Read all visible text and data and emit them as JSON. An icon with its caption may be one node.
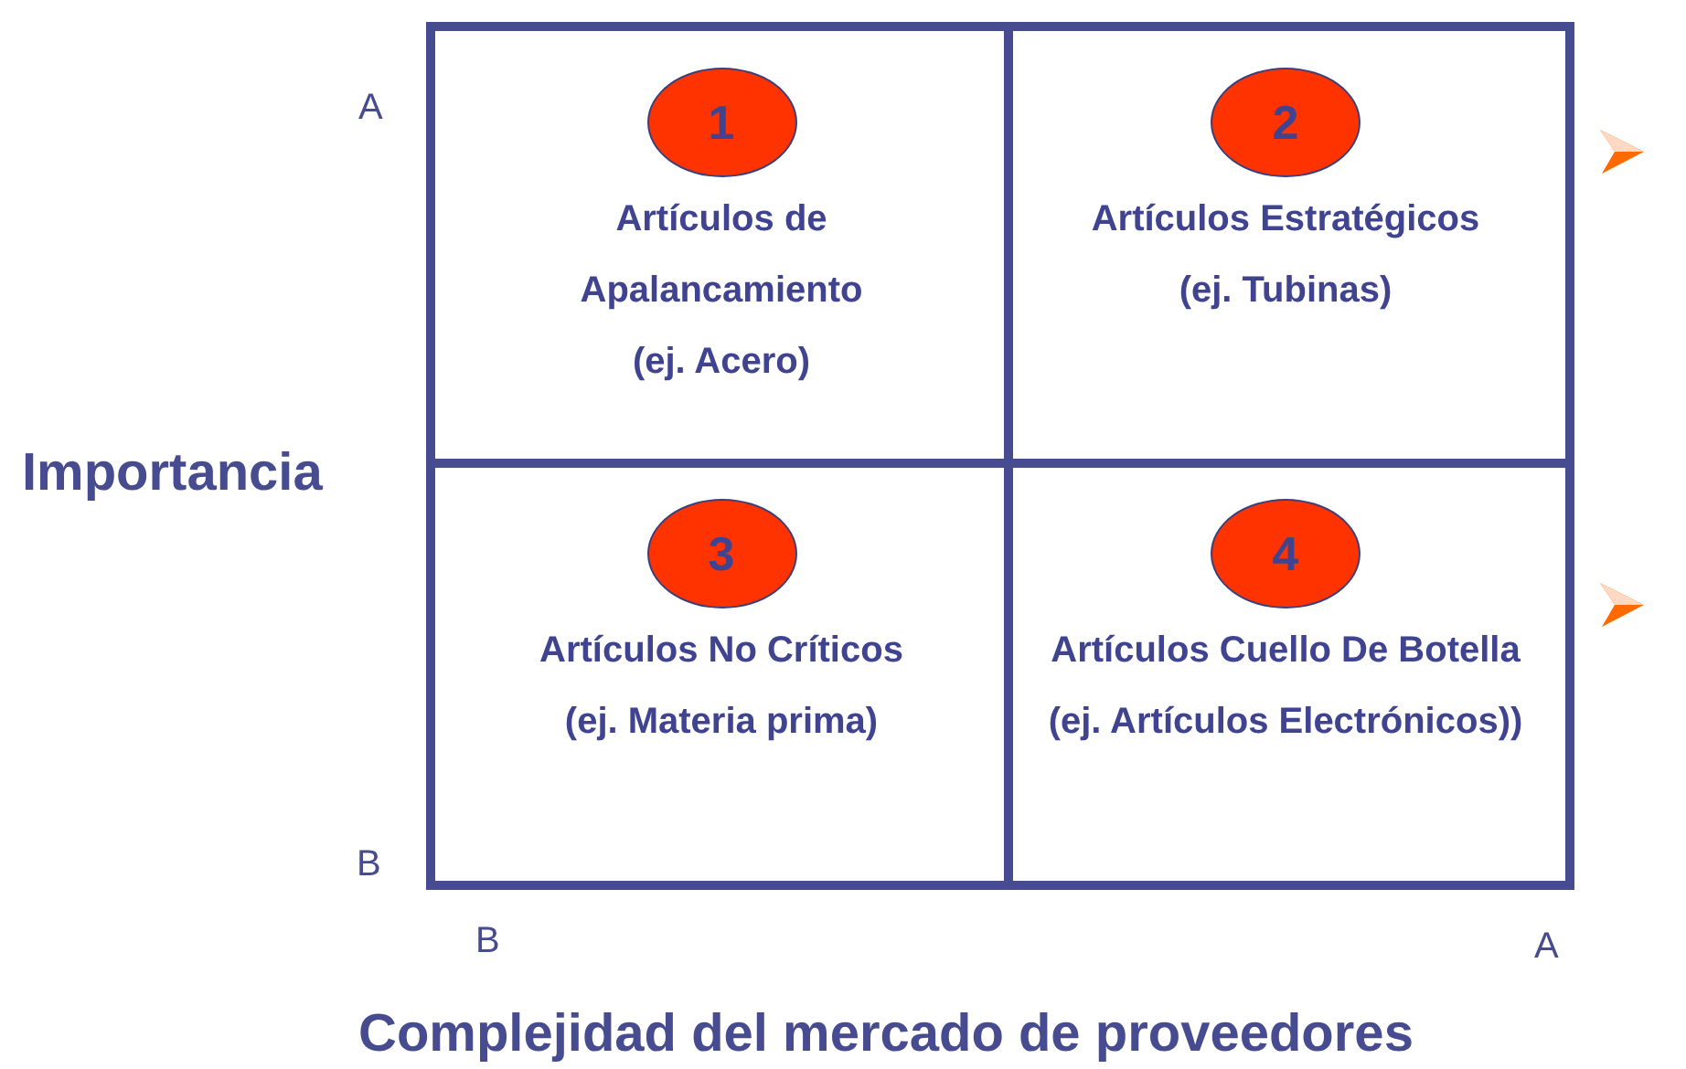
{
  "diagram": {
    "nodes": [
      {
        "text": [
          "Artículos de Apalancamiento",
          "(ej. Acero)"
        ]
      },
      {
        "text": [
          "1"
        ],
        "in": 0
      },
      {
        "text": [
          "Artículos Estratégicos",
          "(ej. Tubinas)"
        ]
      },
      {
        "text": [
          "2"
        ],
        "in": 2
      },
      {
        "text": [
          "Artículos No Críticos",
          "(ej. Materia prima)"
        ]
      },
      {
        "text": [
          "3"
        ],
        "in": 4
      },
      {
        "text": [
          "Artículos Cuello De Botella",
          "(ej. Artículos Electrónicos))"
        ]
      },
      {
        "text": [
          "4"
        ],
        "in": 6
      }
    ],
    "edges": [],
    "labels": [
      "A",
      "Importancia",
      "B",
      "B",
      "A",
      "Complejidad del mercado de proveedores"
    ]
  }
}
